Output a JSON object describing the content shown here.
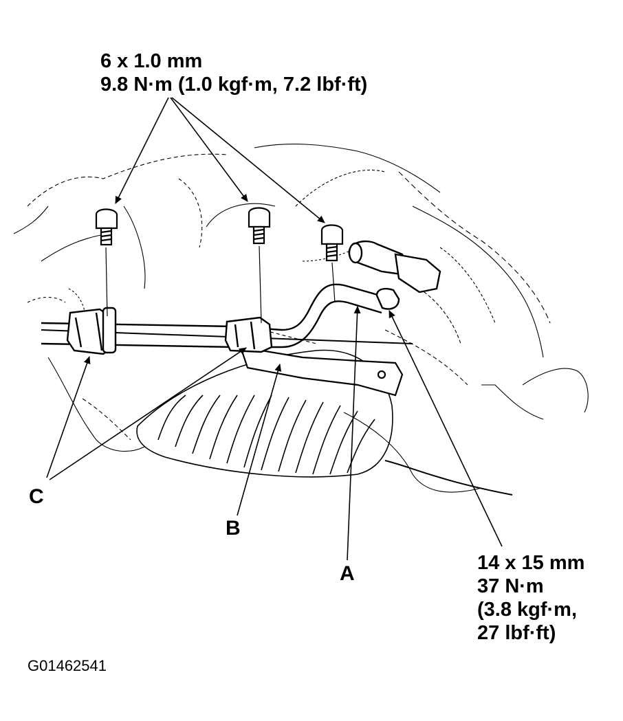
{
  "top_spec": {
    "line1": "6 x 1.0 mm",
    "line2": "9.8 N·m (1.0 kgf·m, 7.2 lbf·ft)"
  },
  "right_spec": {
    "line1": "14 x 15 mm",
    "line2": "37 N·m",
    "line3": "(3.8 kgf·m,",
    "line4": "27 lbf·ft)"
  },
  "callouts": {
    "a": "A",
    "b": "B",
    "c": "C"
  },
  "figure_id": "G01462541"
}
